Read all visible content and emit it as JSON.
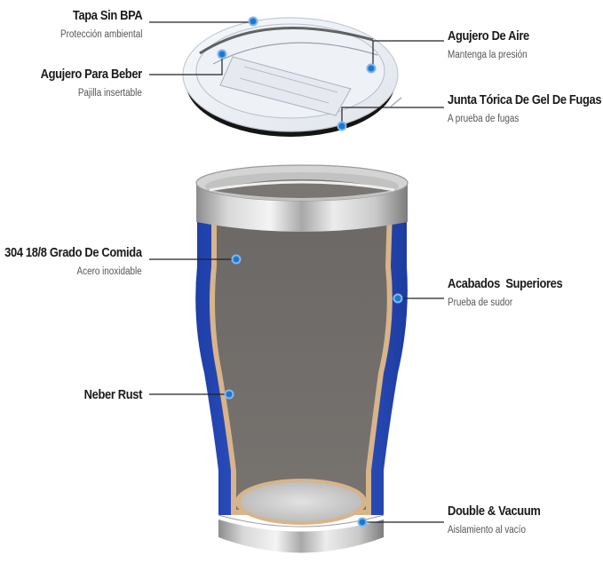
{
  "diagram": {
    "subject": "Stainless steel insulated tumbler with lid (cutaway view)",
    "colors": {
      "body_blue": "#2d54c4",
      "callout_dot": "#1e78d0",
      "callout_line": "#222222",
      "steel_light": "#e4e4e4",
      "steel_dark": "#8a8a8a",
      "interior_gray": "#6e6a66",
      "copper_layer": "#d7b48a",
      "lid_gasket": "#141414"
    },
    "callouts": [
      {
        "id": "bpa-free-lid",
        "side": "left",
        "title": "Tapa Sin BPA",
        "subtitle": "Protección ambiental"
      },
      {
        "id": "drinking-hole",
        "side": "left",
        "title": "Agujero Para Beber",
        "subtitle": "Pajilla insertable"
      },
      {
        "id": "air-hole",
        "side": "right",
        "title": "Agujero De Aire",
        "subtitle": "Mantenga la presión"
      },
      {
        "id": "gel-o-ring",
        "side": "right",
        "title": "Junta Tórica De Gel De Fugas",
        "subtitle": "A prueba de fugas"
      },
      {
        "id": "food-grade-steel",
        "side": "left",
        "title": "304 18/8 Grado De Comida",
        "subtitle": "Acero inoxidable"
      },
      {
        "id": "top-finish",
        "side": "right",
        "title": "Acabados  Superiores",
        "subtitle": "Prueba de sudor"
      },
      {
        "id": "never-rust",
        "side": "left",
        "title": "Neber Rust",
        "subtitle": ""
      },
      {
        "id": "double-vacuum",
        "side": "right",
        "title": "Double & Vacuum",
        "subtitle": "Aislamiento al vacío"
      }
    ]
  }
}
